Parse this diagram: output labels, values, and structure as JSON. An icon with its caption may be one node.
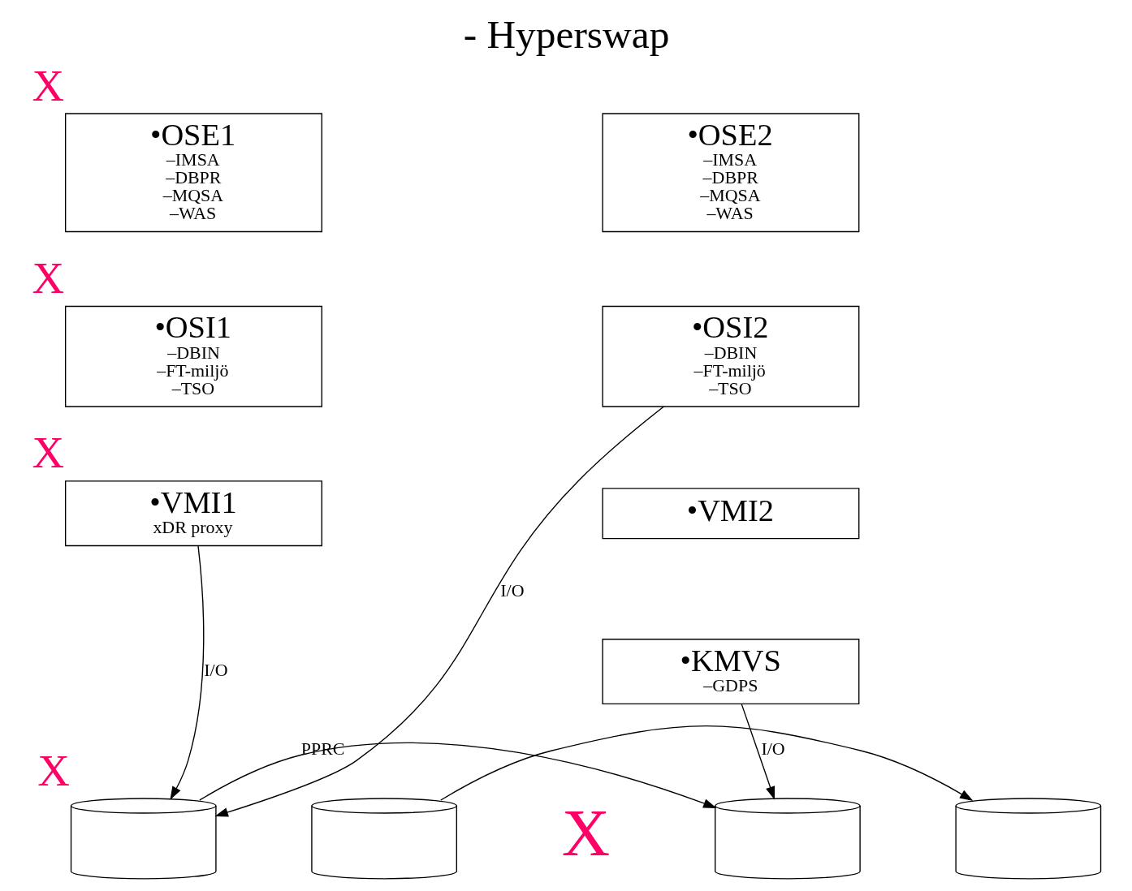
{
  "diagram": {
    "title": "- Hyperswap",
    "nodes": [
      {
        "text": [
          "•OSE1",
          "–IMSA",
          "–DBPR",
          "–MQSA",
          "–WAS"
        ],
        "beside": [
          "X"
        ]
      },
      {
        "text": [
          "•OSI1",
          "–DBIN",
          "–FT-miljö",
          "–TSO"
        ],
        "beside": [
          "X"
        ]
      },
      {
        "text": [
          "•VMI1",
          "xDR proxy"
        ],
        "beside": [
          "X"
        ]
      },
      {
        "text": [
          "•OSE2",
          "–IMSA",
          "–DBPR",
          "–MQSA",
          "–WAS"
        ]
      },
      {
        "text": [
          "•OSI2",
          "–DBIN",
          "–FT-miljö",
          "–TSO"
        ]
      },
      {
        "text": [
          "•VMI2"
        ]
      },
      {
        "text": [
          "•KMVS",
          "–GDPS"
        ]
      },
      {
        "text": [],
        "shape": "cylinder",
        "beside": [
          "X"
        ]
      },
      {
        "text": [],
        "shape": "cylinder"
      },
      {
        "text": [],
        "shape": "cylinder"
      },
      {
        "text": [],
        "shape": "cylinder"
      }
    ],
    "edges": [
      {
        "from": 2,
        "to": 7,
        "arrow": "to",
        "label": "I/O"
      },
      {
        "from": 4,
        "to": 7,
        "arrow": "to",
        "label": "I/O"
      },
      {
        "from": 6,
        "to": 9,
        "arrow": "to",
        "label": "I/O"
      },
      {
        "from": 7,
        "to": 9,
        "arrow": "to",
        "label": "PPRC"
      },
      {
        "from": 8,
        "to": 10,
        "arrow": "to"
      }
    ],
    "labels": [
      "X"
    ]
  }
}
